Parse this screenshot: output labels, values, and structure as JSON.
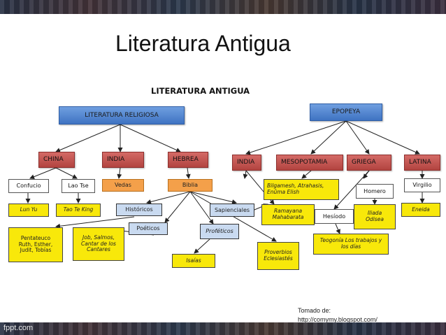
{
  "slide": {
    "title": "Literatura Antigua"
  },
  "diagram": {
    "title": "LITERATURA ANTIGUA",
    "religiosa": {
      "label": "LITERATURA RELIGIOSA",
      "china": {
        "label": "CHINA",
        "authors": [
          "Confucio",
          "Lao Tse"
        ],
        "works": [
          "Lun Yu",
          "Tao Te King"
        ]
      },
      "india": {
        "label": "INDIA",
        "works": [
          "Vedas"
        ]
      },
      "hebrea": {
        "label": "HEBREA",
        "work": "Biblia",
        "groups": {
          "historicos": "Históricos",
          "poeticos": "Poéticos",
          "profeticos": "Proféticos",
          "sapienciales": "Sapienciales"
        },
        "books": {
          "historicos": "Pentateuco Ruth, Esther, Judit, Tobías",
          "poeticos": "Job, Salmos, Cantar de los Cantares",
          "profeticos": "Isaías",
          "sapienciales": "Proverbios Eclesiastés"
        }
      }
    },
    "epopeya": {
      "label": "EPOPEYA",
      "india": {
        "label": "INDIA",
        "works": "Ramayana Mahabarata"
      },
      "mesopotamia": {
        "label": "MESOPOTAMIA",
        "works": "Bilgamesh, Atrahasis, Enûma Elish"
      },
      "griega": {
        "label": "GRIEGA",
        "authors": [
          "Homero",
          "Hesíodo"
        ],
        "works": {
          "homero": "Iliada Odisea",
          "hesiodo": "Teogonía Los trabajos y los días"
        }
      },
      "latina": {
        "label": "LATINA",
        "authors": [
          "Virgilio"
        ],
        "works": [
          "Eneida"
        ]
      }
    }
  },
  "credit": {
    "line1": "Tomado de:",
    "line2": "http://comymy.blogspot.com/"
  },
  "brand": "fppt.com"
}
